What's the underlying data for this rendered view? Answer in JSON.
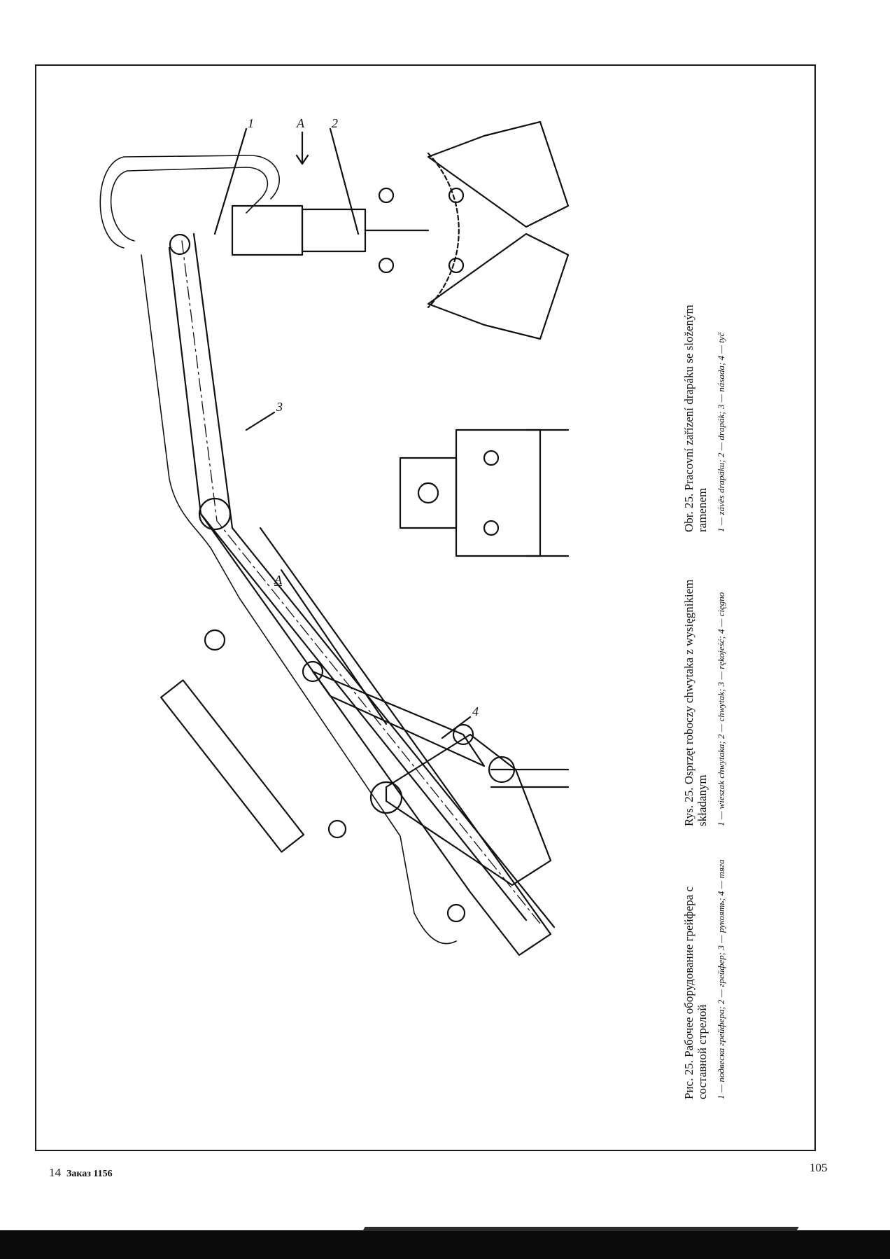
{
  "figure": {
    "label_a_top": "A",
    "label_a_view": "A",
    "part_numbers": [
      "1",
      "2",
      "3",
      "4"
    ]
  },
  "captions": {
    "ru": {
      "title": "Рис. 25. Рабочее оборудование грейфера с составной стрелой",
      "legend": "1 — подвеска грейфера; 2 — грейфер; 3 — рукоять; 4 — тяга"
    },
    "pl": {
      "title": "Rys. 25. Osprzęt roboczy chwytaka z wysięgnikiem składanym",
      "legend": "1 — wieszak chwytaka; 2 — chwytak; 3 — rękojeść; 4 — cięgno"
    },
    "cz": {
      "title": "Obr. 25. Pracovní zařízení drapáku se složeným ramenem",
      "legend": "1 — závěs drapáku; 2 — drapák; 3 — násada; 4 — tyč"
    }
  },
  "footer": {
    "sheet_number": "14",
    "order": "Заказ 1156",
    "page_number": "105"
  }
}
